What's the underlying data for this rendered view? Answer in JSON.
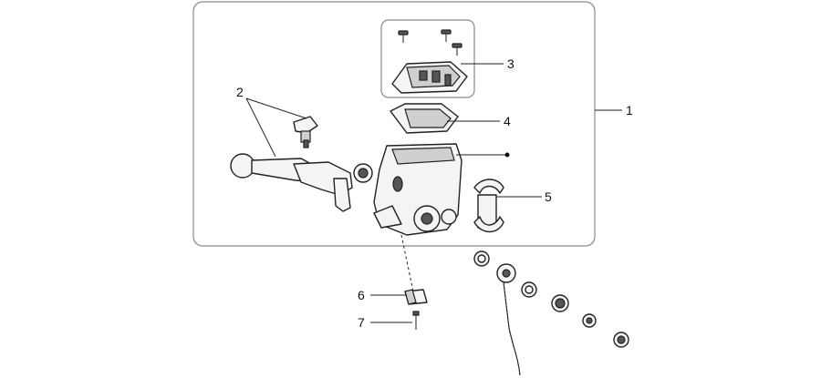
{
  "callouts": {
    "c1": "1",
    "c2": "2",
    "c3": "3",
    "c4": "4",
    "c5": "5",
    "c6": "6",
    "c7": "7"
  },
  "colors": {
    "line": "#222222",
    "frame": "#888888",
    "fill": "#f4f4f4",
    "dark": "#555555"
  }
}
